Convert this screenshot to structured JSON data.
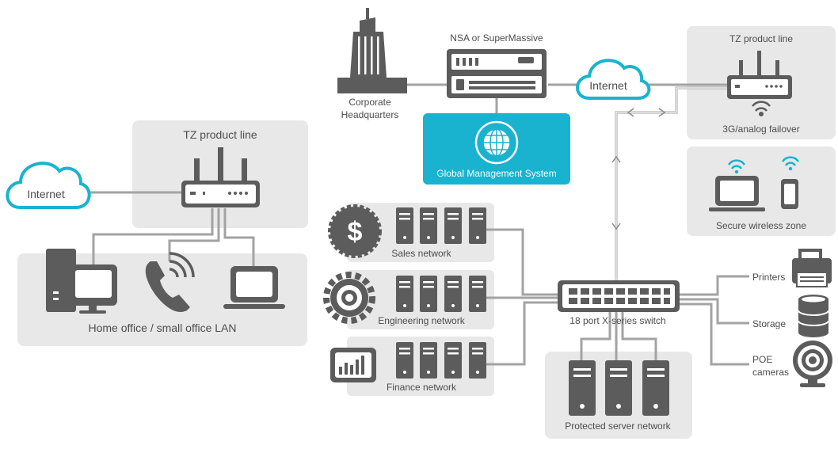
{
  "left_site": {
    "cloud_label": "Internet",
    "router_label": "TZ product line",
    "lan_label": "Home office / small office LAN"
  },
  "hq": {
    "building_label_line1": "Corporate",
    "building_label_line2": "Headquarters",
    "appliance_label": "NSA or SuperMassive",
    "gms_label": "Global Management System",
    "cloud_label": "Internet"
  },
  "right_site": {
    "router_label": "TZ product line",
    "failover_label": "3G/analog failover",
    "wireless_label": "Secure wireless zone"
  },
  "networks": {
    "sales": "Sales network",
    "engineering": "Engineering network",
    "finance": "Finance network"
  },
  "switch": {
    "label": "18 port X-series switch"
  },
  "peripherals": {
    "printers": "Printers",
    "storage": "Storage",
    "poe_line1": "POE",
    "poe_line2": "cameras"
  },
  "servers": {
    "label": "Protected server network"
  },
  "colors": {
    "accent": "#19b3cf",
    "device": "#5c5c5c",
    "panel": "#e8e8e8",
    "wire": "#a3a3a3"
  }
}
